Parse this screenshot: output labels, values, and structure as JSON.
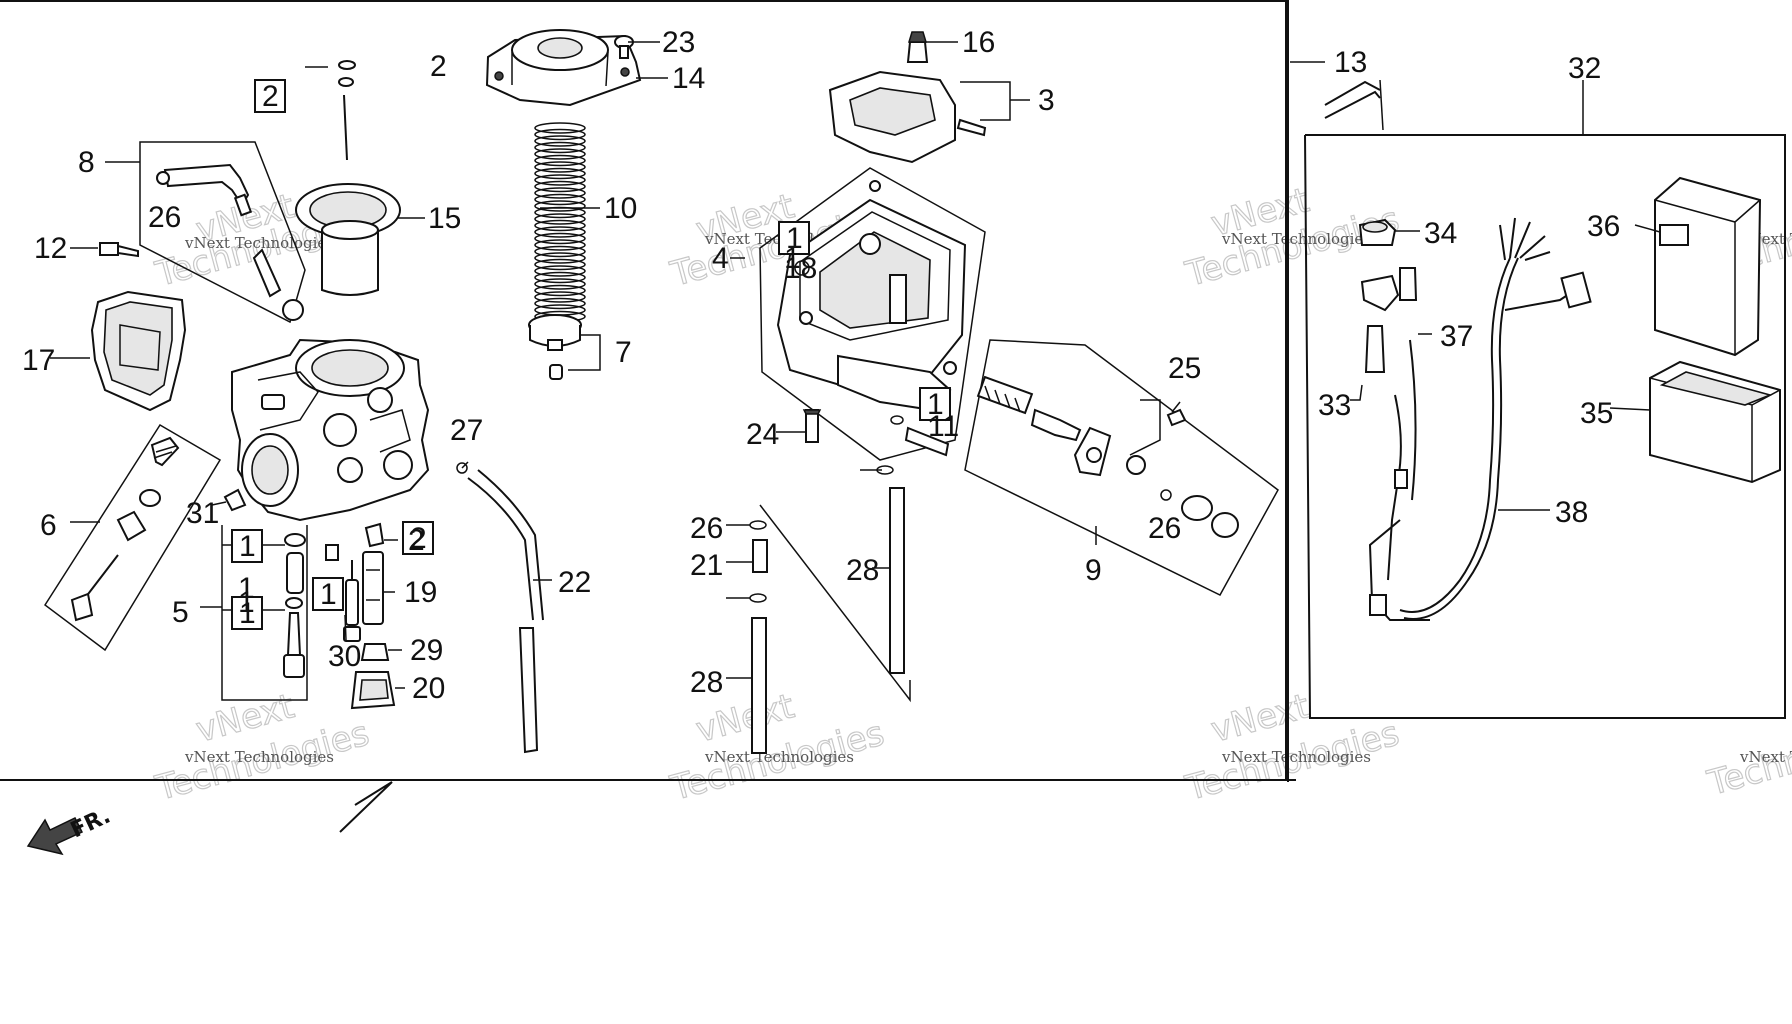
{
  "callouts": [
    "23",
    "14",
    "16",
    "3",
    "13",
    "32",
    "2",
    "15",
    "10",
    "8",
    "26",
    "12",
    "17",
    "4",
    "18",
    "1",
    "7",
    "34",
    "36",
    "37",
    "33",
    "25",
    "35",
    "6",
    "27",
    "11",
    "24",
    "31",
    "26",
    "9",
    "38",
    "21",
    "2",
    "22",
    "19",
    "1",
    "28",
    "26",
    "5",
    "1",
    "30",
    "29",
    "20",
    "28"
  ],
  "boxed_labels": [
    "2",
    "1",
    "1",
    "2",
    "1",
    "1",
    "1"
  ],
  "watermark": {
    "small": "vNext Technologies",
    "large_top": "vNext",
    "large_bottom": "Technologies"
  },
  "front_marker": "FR.",
  "colors": {
    "ink": "#111111",
    "watermark": "#c8c8c8",
    "background": "#ffffff"
  },
  "icons": [
    "front-direction-arrow-icon",
    "break-mark-icon"
  ]
}
